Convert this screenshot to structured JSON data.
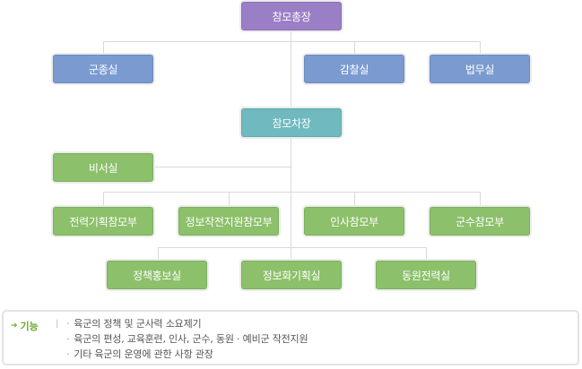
{
  "org": {
    "top": "참모총장",
    "row1": [
      "군종실",
      "감찰실",
      "법무실"
    ],
    "vice": "참모차장",
    "secretary": "비서실",
    "row2": [
      "전력기획참모부",
      "정보작전지원참모부",
      "인사참모부",
      "군수참모부"
    ],
    "row3": [
      "정책홍보실",
      "정보화기획실",
      "동원전력실"
    ]
  },
  "info": {
    "title": "기능",
    "items": [
      "육군의 정책 및 군사력 소요제기",
      "육군의 편성, 교육훈련, 인사, 군수, 동원 · 예비군 작전지원",
      "기타 육군의 운영에 관한 사항 관장"
    ]
  },
  "colors": {
    "top": "#9b7fc6",
    "staff": "#7b9bd0",
    "vice": "#6fb9bf",
    "departments": "#8cc06a",
    "accent": "#6aaa2c"
  },
  "icons": {
    "title_marker": "arrow-right-icon"
  }
}
